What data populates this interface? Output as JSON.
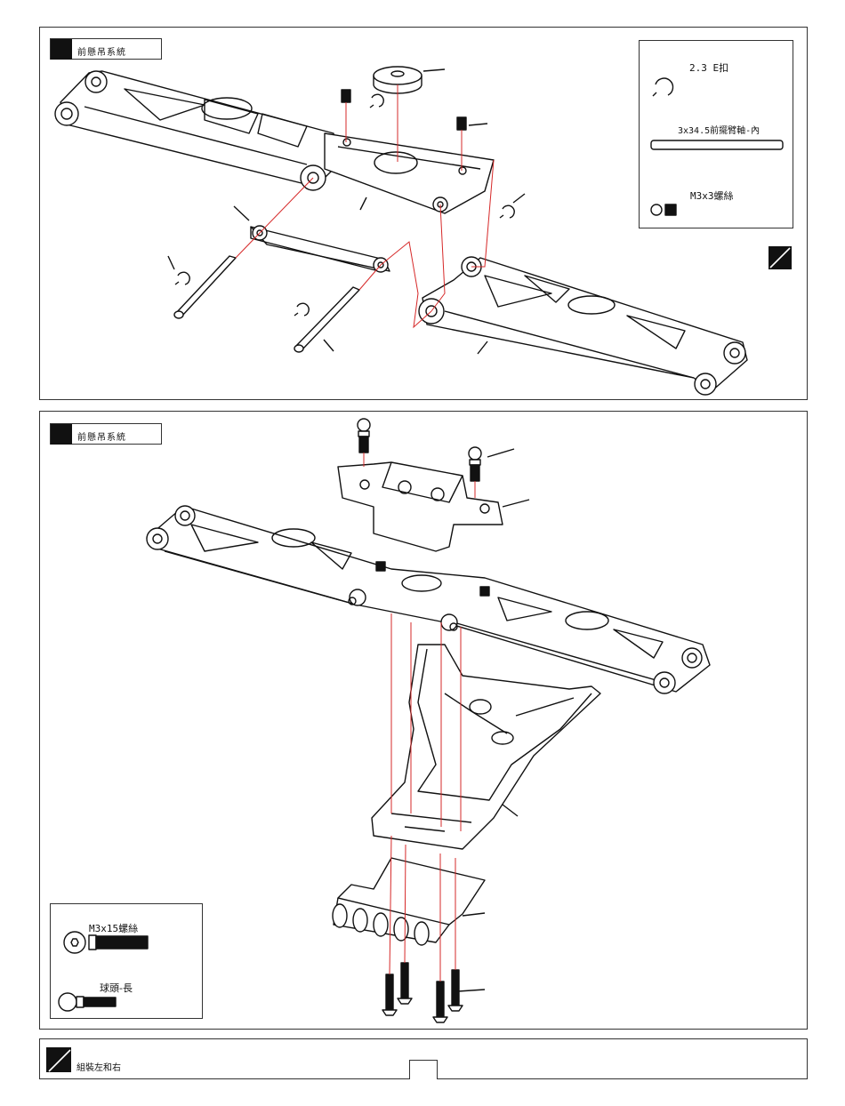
{
  "panel1": {
    "tag": "前懸吊系統",
    "parts_box": {
      "eclip_label": "2.3 E扣",
      "shaft_label": "3x34.5前擺臂軸-內",
      "screw_label": "M3x3螺絲"
    }
  },
  "panel2": {
    "tag": "前懸吊系統",
    "parts_box": {
      "screw_label": "M3x15螺絲",
      "ball_label": "球頭-長"
    }
  },
  "footer": {
    "label": "組裝左和右"
  },
  "colors": {
    "line": "#111111",
    "leader_red": "#d62828",
    "fill": "#ffffff"
  }
}
